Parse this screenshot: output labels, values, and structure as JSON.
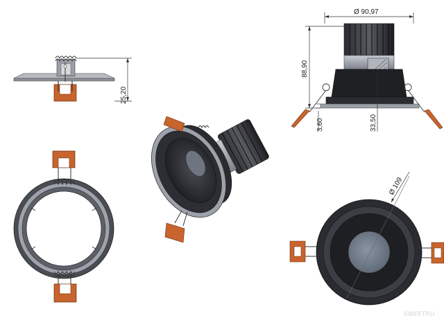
{
  "dimensions": {
    "top_diameter": "Ø 90,97",
    "overall_height": "88,90",
    "bezel_height": "3,60",
    "clip_offset": "33,50",
    "side_height": "25,20",
    "cutout_diameter": "Ø 109"
  },
  "watermark": "SWEETRU",
  "colors": {
    "clip": "#c8642d",
    "clip_dark": "#8a3d15",
    "bezel": "#3a3d45",
    "heatsink": "#1e1e22",
    "ring_light": "#a9adb6"
  }
}
